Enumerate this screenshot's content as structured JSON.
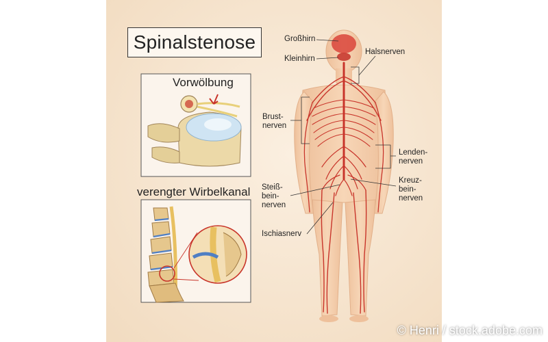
{
  "title": "Spinalstenose",
  "insets": {
    "top_caption": "Vorwölbung",
    "bottom_caption": "verengter Wirbelkanal"
  },
  "labels": {
    "grosshirn": "Großhirn",
    "kleinhirn": "Kleinhirn",
    "halsnerven": "Halsnerven",
    "brustnerven": "Brust-\nnerven",
    "lendennerven": "Lenden-\nnerven",
    "steissbeinnerven": "Steiß-\nbein-\nnerven",
    "kreuzbeinnerven": "Kreuz-\nbein-\nnerven",
    "ischiasnerv": "Ischiasnerv"
  },
  "credit": "© Henri / stock.adobe.com",
  "colors": {
    "background": "#f6e4cf",
    "nerve": "#c8342a",
    "body": "#f2c9a5",
    "bone": "#ecd9a8",
    "disc": "#cfe4f3"
  }
}
